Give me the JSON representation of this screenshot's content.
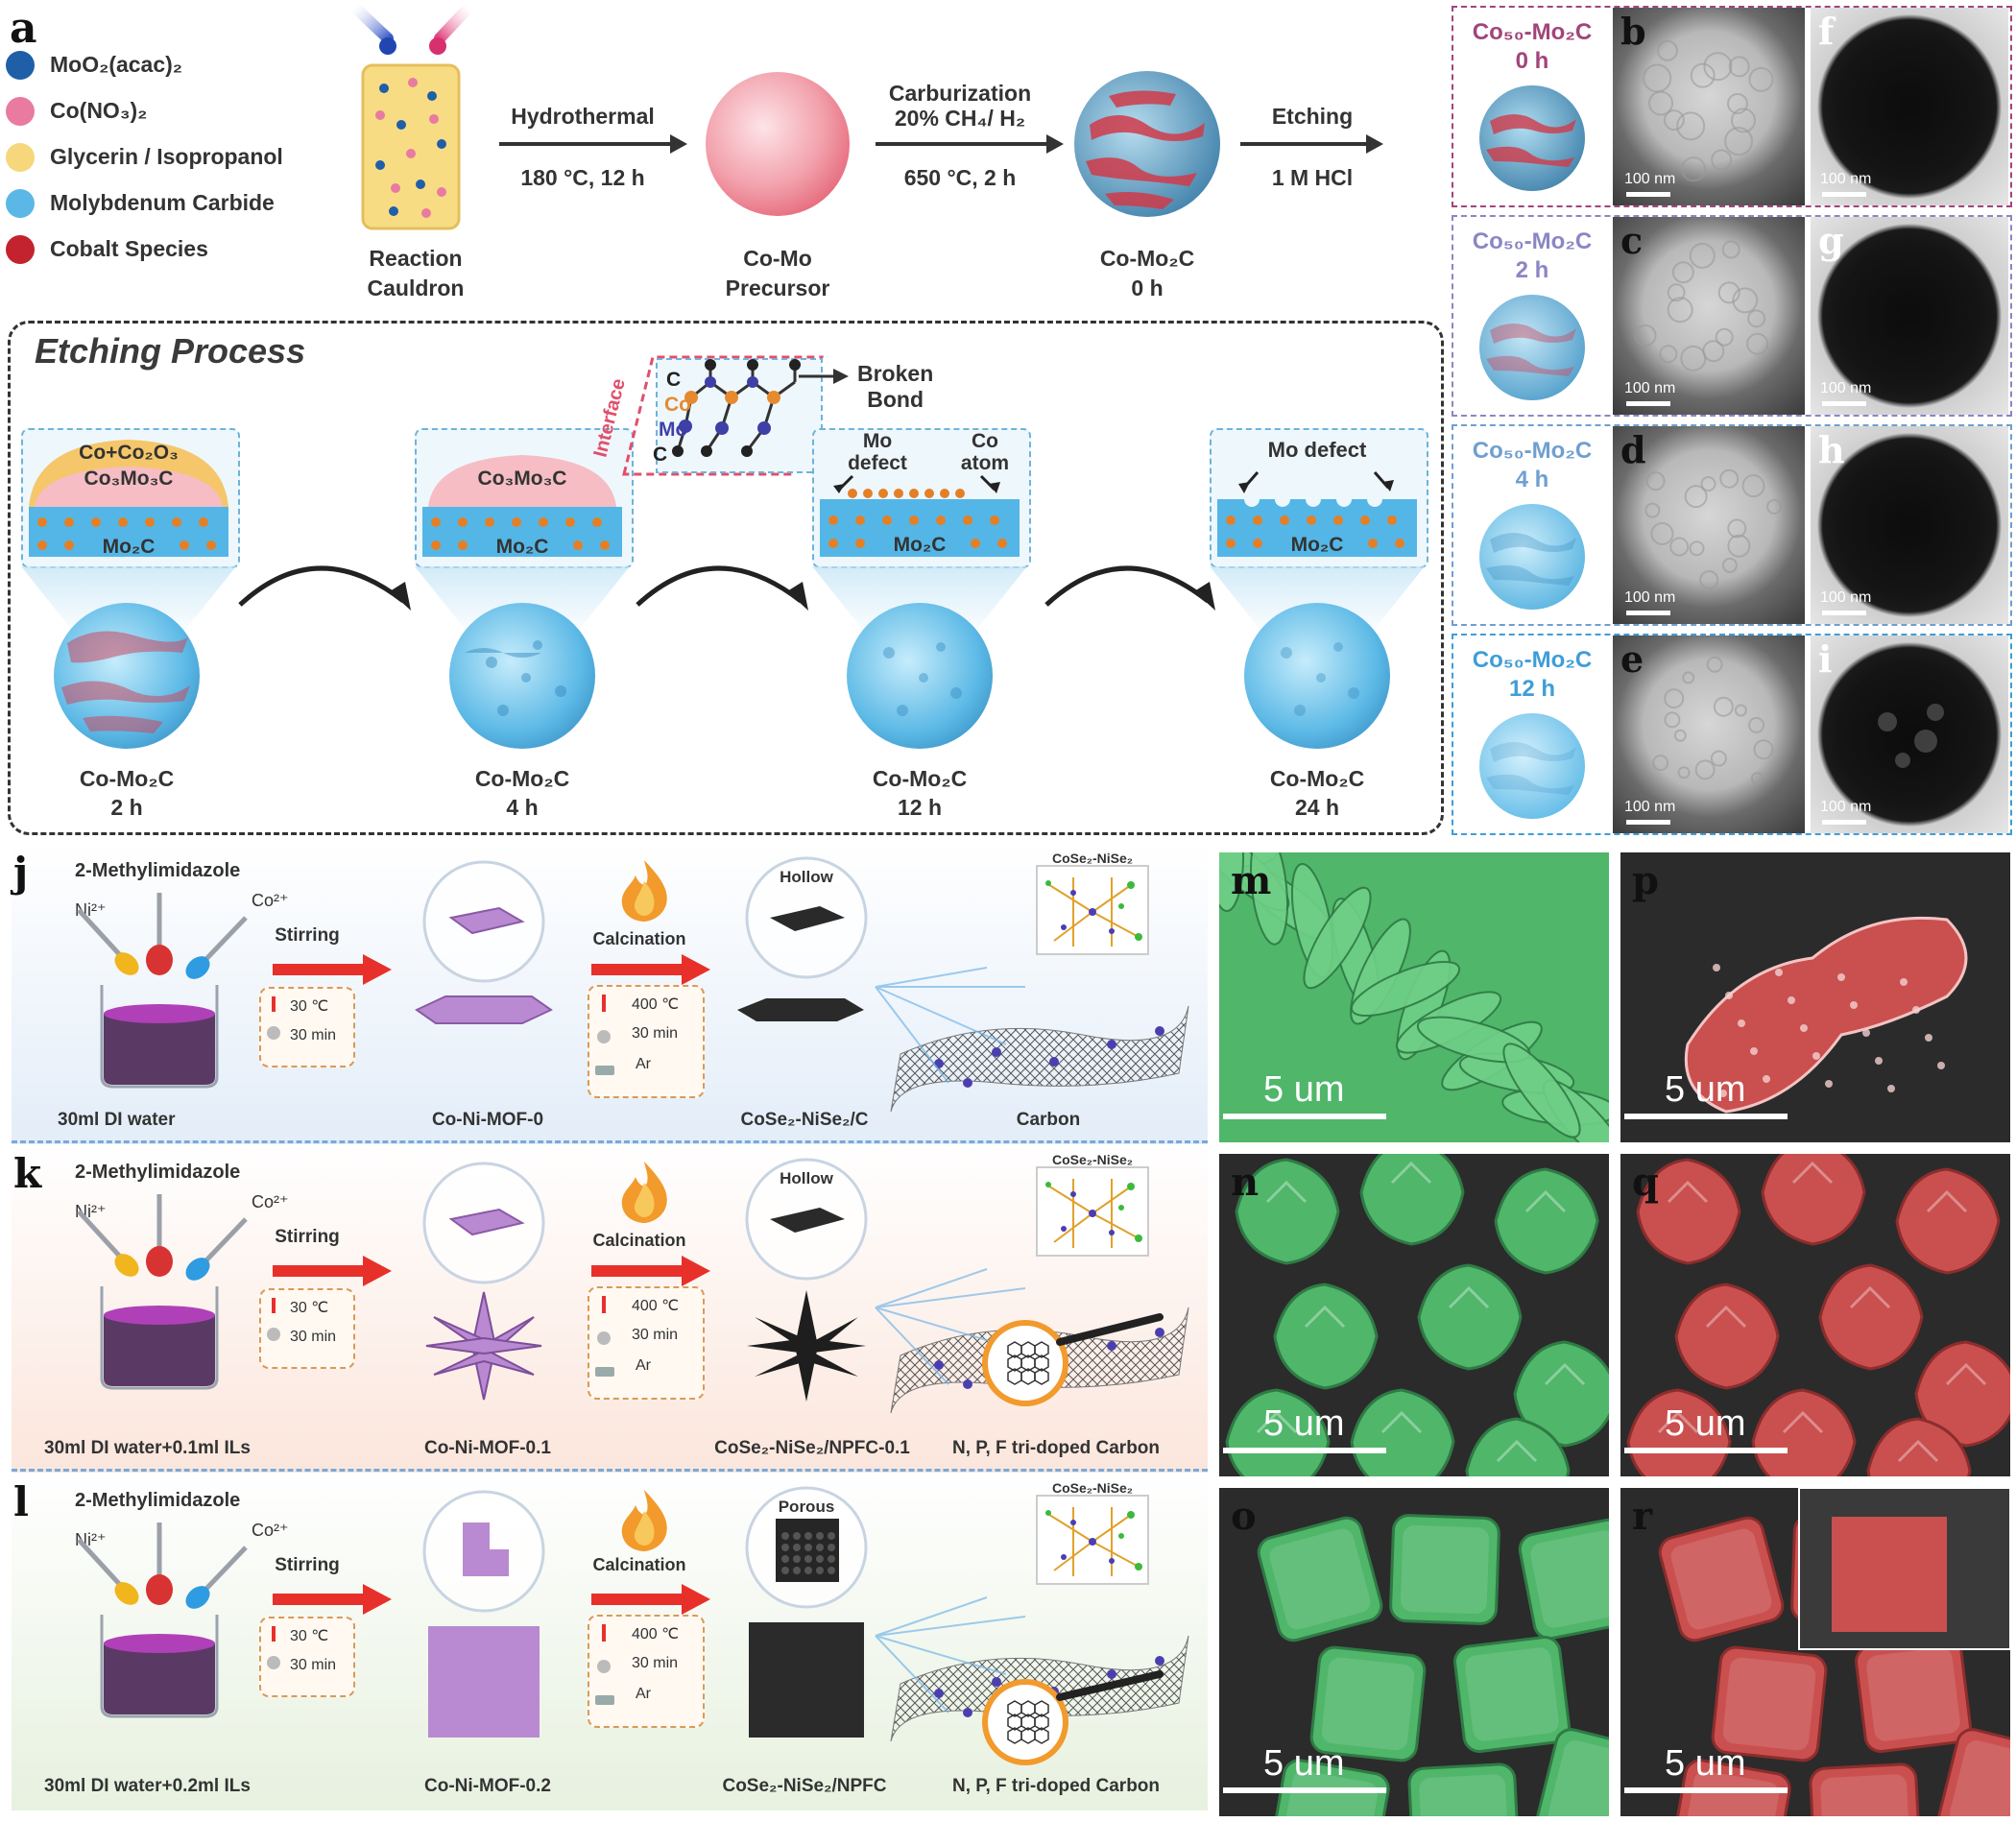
{
  "panel_labels": {
    "a": "a",
    "b": "b",
    "c": "c",
    "d": "d",
    "e": "e",
    "f": "f",
    "g": "g",
    "h": "h",
    "i": "i",
    "j": "j",
    "k": "k",
    "l": "l",
    "m": "m",
    "n": "n",
    "o": "o",
    "p": "p",
    "q": "q",
    "r": "r"
  },
  "legend": [
    {
      "label": "MoO₂(acac)₂",
      "color": "#1f5fa8"
    },
    {
      "label": "Co(NO₃)₂",
      "color": "#e97aa0"
    },
    {
      "label": "Glycerin / Isopropanol",
      "color": "#f6d77b"
    },
    {
      "label": "Molybdenum Carbide",
      "color": "#5bb7e6"
    },
    {
      "label": "Cobalt Species",
      "color": "#c3232e"
    }
  ],
  "synthesis": {
    "cauldron": "Reaction\nCauldron",
    "step1_top": "Hydrothermal",
    "step1_bottom": "180 °C, 12 h",
    "precursor": "Co-Mo\nPrecursor",
    "step2_top": "Carburization\n20% CH₄/ H₂",
    "step2_bottom": "650 °C, 2 h",
    "product": "Co-Mo₂C\n0 h",
    "step3_top": "Etching",
    "step3_bottom": "1 M HCl"
  },
  "etching": {
    "title": "Etching Process",
    "stages": [
      {
        "label": "Co-Mo₂C\n2 h"
      },
      {
        "label": "Co-Mo₂C\n4 h"
      },
      {
        "label": "Co-Mo₂C\n12 h"
      },
      {
        "label": "Co-Mo₂C\n24 h"
      }
    ],
    "layer_co_co2o3": "Co+Co₂O₃",
    "layer_co3mo3c": "Co₃Mo₃C",
    "layer_mo2c": "Mo₂C",
    "interface": "Interface",
    "atom_c": "C",
    "atom_co": "Co",
    "atom_mo": "Mo",
    "broken_bond": "Broken\nBond",
    "mo_defect_2line": "Mo\ndefect",
    "co_atom": "Co\natom",
    "mo_defect": "Mo defect"
  },
  "right_rows": [
    {
      "title": "Co₅₀-Mo₂C",
      "time": "0 h",
      "color": "#a1457a"
    },
    {
      "title": "Co₅₀-Mo₂C",
      "time": "2 h",
      "color": "#8b86c4"
    },
    {
      "title": "Co₅₀-Mo₂C",
      "time": "4 h",
      "color": "#6f9fd0"
    },
    {
      "title": "Co₅₀-Mo₂C",
      "time": "12 h",
      "color": "#3f9ed6"
    }
  ],
  "scale_100nm": "100 nm",
  "mof_rows": [
    {
      "ligand": "2-Methylimidazole",
      "ni": "Ni²⁺",
      "co": "Co²⁺",
      "solvent": "30ml DI water",
      "stir": "Stirring",
      "stir_temp": "30 ℃",
      "stir_time": "30 min",
      "mof": "Co-Ni-MOF-0",
      "calc": "Calcination",
      "calc_temp": "400 ℃",
      "calc_time": "30 min",
      "calc_gas": "Ar",
      "bubble_label": "Hollow",
      "product": "CoSe₂-NiSe₂/C",
      "carbon": "Carbon",
      "inset": "CoSe₂-NiSe₂"
    },
    {
      "ligand": "2-Methylimidazole",
      "ni": "Ni²⁺",
      "co": "Co²⁺",
      "solvent": "30ml DI water+0.1ml ILs",
      "stir": "Stirring",
      "stir_temp": "30 ℃",
      "stir_time": "30 min",
      "mof": "Co-Ni-MOF-0.1",
      "calc": "Calcination",
      "calc_temp": "400 ℃",
      "calc_time": "30 min",
      "calc_gas": "Ar",
      "bubble_label": "Hollow",
      "product": "CoSe₂-NiSe₂/NPFC-0.1",
      "carbon": "N, P, F tri-doped Carbon",
      "inset": "CoSe₂-NiSe₂"
    },
    {
      "ligand": "2-Methylimidazole",
      "ni": "Ni²⁺",
      "co": "Co²⁺",
      "solvent": "30ml DI water+0.2ml ILs",
      "stir": "Stirring",
      "stir_temp": "30 ℃",
      "stir_time": "30 min",
      "mof": "Co-Ni-MOF-0.2",
      "calc": "Calcination",
      "calc_temp": "400 ℃",
      "calc_time": "30 min",
      "calc_gas": "Ar",
      "bubble_label": "Porous",
      "product": "CoSe₂-NiSe₂/NPFC",
      "carbon": "N, P, F tri-doped Carbon",
      "inset": "CoSe₂-NiSe₂"
    }
  ],
  "scale_5um": "5 um",
  "colors": {
    "sem_green": "#4fb66a",
    "sem_red": "#c9504f",
    "mof_purple": "#b98ad1",
    "row_j_bg": "#e3edf8",
    "row_k_bg": "#fbe6dc",
    "row_l_bg": "#e7f1df"
  }
}
